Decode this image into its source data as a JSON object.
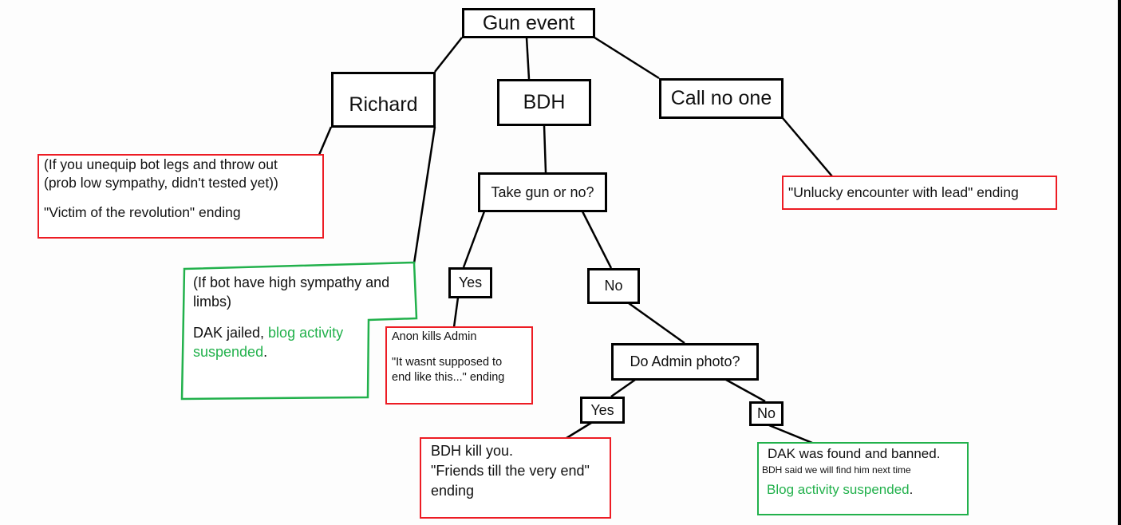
{
  "diagram": {
    "title": "Gun event",
    "colors": {
      "bad_ending": "#ed1c24",
      "good_ending": "#22b14c",
      "node_border": "#000000"
    },
    "nodes": {
      "root": "Gun event",
      "richard": "Richard",
      "bdh": "BDH",
      "call_no_one": "Call no one",
      "take_gun": "Take gun or no?",
      "take_gun_yes": "Yes",
      "take_gun_no": "No",
      "do_admin_photo": "Do Admin photo?",
      "photo_yes": "Yes",
      "photo_no": "No"
    },
    "outcomes": {
      "victim_revolution": {
        "type": "bad",
        "lines": [
          "(If you unequip bot legs and throw out",
          "(prob low sympathy, didn't tested yet))",
          "",
          "\"Victim of the revolution\" ending"
        ]
      },
      "dak_jailed": {
        "type": "good",
        "line1": "(If bot have high sympathy and",
        "line2": "limbs)",
        "line3_black": "DAK jailed, ",
        "line3_green": "blog activity",
        "line4_green": "suspended",
        "line4_black": "."
      },
      "unlucky_encounter": {
        "type": "bad",
        "text": "\"Unlucky encounter with lead\" ending"
      },
      "anon_kills_admin": {
        "type": "bad",
        "line1": "Anon kills Admin",
        "line2": "\"It wasnt supposed to",
        "line3": "end like this...\"  ending"
      },
      "friends_till_end": {
        "type": "bad",
        "line1": "BDH kill you.",
        "line2": "\"Friends till the very end\"",
        "line3": "ending"
      },
      "dak_banned": {
        "type": "good",
        "line1": "DAK was found and banned.",
        "line2": "BDH said we will find him next time",
        "line3_green": "Blog activity suspended",
        "line3_black": "."
      }
    },
    "edges": [
      [
        "root",
        "richard"
      ],
      [
        "root",
        "bdh"
      ],
      [
        "root",
        "call_no_one"
      ],
      [
        "richard",
        "victim_revolution"
      ],
      [
        "richard",
        "dak_jailed"
      ],
      [
        "bdh",
        "take_gun"
      ],
      [
        "call_no_one",
        "unlucky_encounter"
      ],
      [
        "take_gun",
        "take_gun_yes"
      ],
      [
        "take_gun",
        "take_gun_no"
      ],
      [
        "take_gun_yes",
        "anon_kills_admin"
      ],
      [
        "take_gun_no",
        "do_admin_photo"
      ],
      [
        "do_admin_photo",
        "photo_yes"
      ],
      [
        "do_admin_photo",
        "photo_no"
      ],
      [
        "photo_yes",
        "friends_till_end"
      ],
      [
        "photo_no",
        "dak_banned"
      ]
    ]
  }
}
